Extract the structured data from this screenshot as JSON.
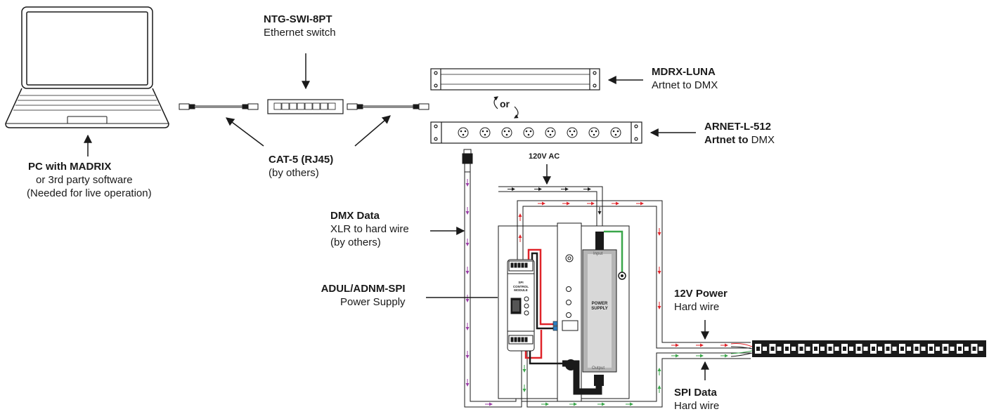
{
  "labels": {
    "switch_model": "NTG-SWI-8PT",
    "switch_desc": "Ethernet switch",
    "luna_model": "MDRX-LUNA",
    "luna_desc": "Artnet to DMX",
    "arnet_model": "ARNET-L-512",
    "arnet_desc_bold": "Artnet to",
    "arnet_desc_rest": " DMX",
    "or_text": "or",
    "pc_title": "PC with MADRIX",
    "pc_line2": "or 3rd party software",
    "pc_line3": "(Needed for live operation)",
    "cat5_title": "CAT-5 (RJ45)",
    "cat5_sub": "(by others)",
    "ac_label": "120V AC",
    "dmx_title": "DMX Data",
    "dmx_line2": "XLR to hard wire",
    "dmx_line3": "(by others)",
    "adul_title": "ADUL/ADNM-SPI",
    "adul_sub": "Power Supply",
    "power_title": "12V Power",
    "power_sub": "Hard wire",
    "spi_title": "SPI Data",
    "spi_sub": "Hard wire",
    "psu_input": "Input",
    "psu_label_1": "POWER",
    "psu_label_2": "SUPPLY",
    "psu_output": "Output",
    "ctrl_line1": "SPI",
    "ctrl_line2": "CONTROL",
    "ctrl_line3": "MODULE"
  },
  "colors": {
    "line": "#1a1a1a",
    "red_wire": "#e0242a",
    "green_wire": "#3aa64a",
    "purple_wire": "#9b3fa6",
    "psu_gray": "#9a9a9a"
  },
  "icons": {
    "laptop": "laptop-icon",
    "switch": "ethernet-switch-icon",
    "rack_luna": "rack-unit-icon",
    "rack_arnet": "rack-unit-xlr-icon",
    "led_strip": "led-strip-icon",
    "psu": "power-supply-icon",
    "controller": "spi-controller-icon"
  }
}
